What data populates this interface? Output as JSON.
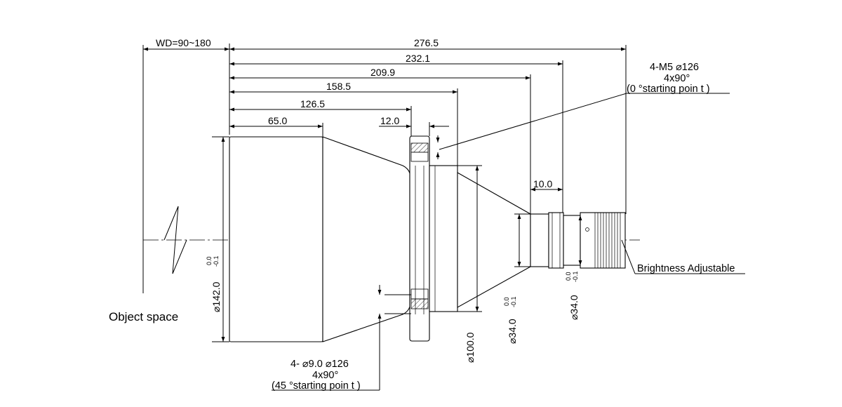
{
  "dimensions": {
    "wd": "WD=90~180",
    "overall_length": "276.5",
    "len_232": "232.1",
    "len_209": "209.9",
    "len_158": "158.5",
    "len_126": "126.5",
    "len_65": "65.0",
    "flange_width": "12.0",
    "rear_step": "10.0"
  },
  "diameters": {
    "front": "⌀142.0",
    "front_tol_upper": "0.0",
    "front_tol_lower": "-0.1",
    "mid": "⌀100.0",
    "rear_left": "⌀34.0",
    "rear_left_tol_upper": "0.0",
    "rear_left_tol_lower": "-0.1",
    "rear_right": "⌀34.0",
    "rear_right_tol_upper": "0.0",
    "rear_right_tol_lower": "-0.1"
  },
  "notes": {
    "m5_line1": "4-M5  ⌀126",
    "m5_line2": "4x90°",
    "m5_line3": "(0 °starting poin t    )",
    "hole_line1": "4- ⌀9.0   ⌀126",
    "hole_line2": "4x90°",
    "hole_line3": "(45 °starting poin t    )",
    "object_space": "Object space",
    "brightness": "Brightness Adjustable"
  }
}
